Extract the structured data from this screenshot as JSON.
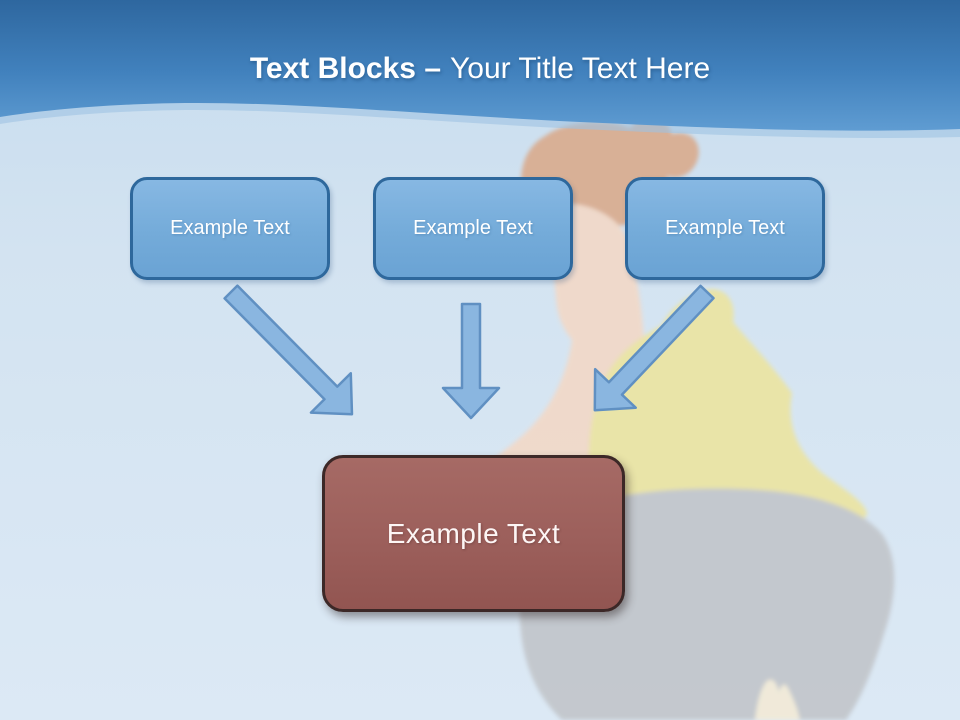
{
  "title": {
    "bold": "Text Blocks –",
    "regular": "Your Title Text Here"
  },
  "blocks": {
    "top": [
      {
        "label": "Example Text"
      },
      {
        "label": "Example Text"
      },
      {
        "label": "Example Text"
      }
    ],
    "center": {
      "label": "Example Text"
    }
  },
  "arrows": [
    {
      "name": "arrow-down-right"
    },
    {
      "name": "arrow-down"
    },
    {
      "name": "arrow-down-left"
    }
  ],
  "figure": {
    "alt": "Faded photo of a woman with auburn hair in a yellow top and gray shorts, crouching"
  },
  "colors": {
    "header_top": "#2e679f",
    "header_bottom": "#5f9cd2",
    "background_top": "#c6dcee",
    "background_bottom": "#dce9f5",
    "block_fill": "#7bb0dd",
    "block_border": "#2e689c",
    "arrow_fill": "#8ab6e0",
    "arrow_border": "#6090c2",
    "center_fill": "#9c5f5b",
    "center_border": "#3c2827",
    "text": "#ffffff"
  }
}
